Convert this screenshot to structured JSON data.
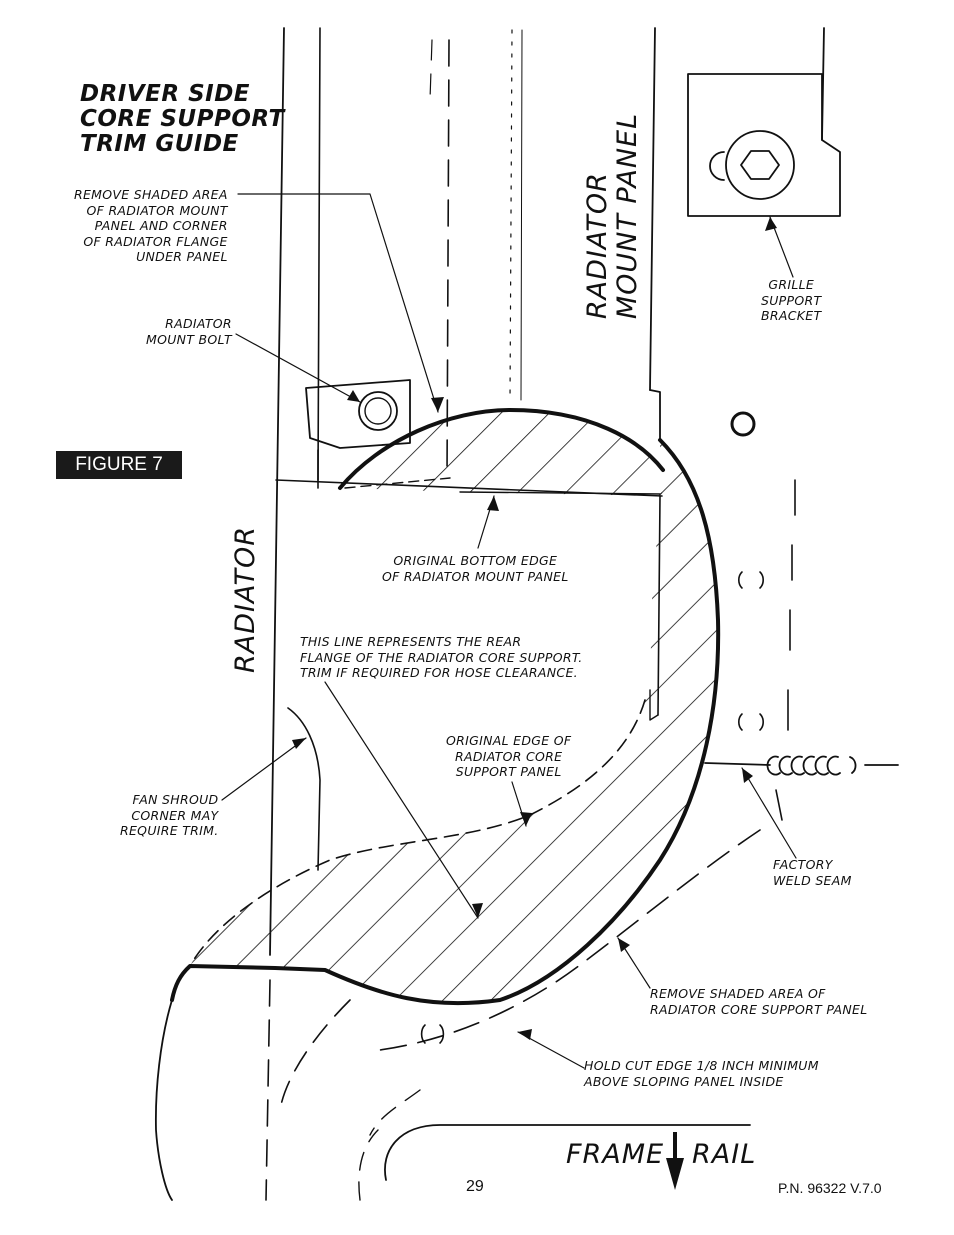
{
  "title": "DRIVER SIDE\nCORE SUPPORT\nTRIM GUIDE",
  "figure_label": "FIGURE 7",
  "region_labels": {
    "radiator": "RADIATOR",
    "radiator_mount_panel": "RADIATOR\nMOUNT PANEL",
    "frame_left": "FRAME",
    "frame_right": "RAIL"
  },
  "callouts": {
    "remove_mount_panel": "REMOVE SHADED AREA\nOF RADIATOR MOUNT\nPANEL AND CORNER\nOF RADIATOR FLANGE\nUNDER PANEL",
    "mount_bolt": "RADIATOR\nMOUNT BOLT",
    "grille_bracket": "GRILLE\nSUPPORT\nBRACKET",
    "original_bottom_edge": "ORIGINAL BOTTOM EDGE\nOF RADIATOR MOUNT PANEL",
    "rear_flange": "THIS LINE REPRESENTS THE REAR\nFLANGE OF THE RADIATOR CORE SUPPORT.\nTRIM IF REQUIRED FOR HOSE CLEARANCE.",
    "original_edge_core": "ORIGINAL EDGE OF\nRADIATOR CORE\nSUPPORT PANEL",
    "fan_shroud": "FAN SHROUD\nCORNER MAY\nREQUIRE TRIM.",
    "weld_seam": "FACTORY\nWELD SEAM",
    "remove_core_support": "REMOVE SHADED AREA OF\nRADIATOR CORE SUPPORT PANEL",
    "hold_cut_edge": "HOLD CUT EDGE 1/8 INCH MINIMUM\nABOVE SLOPING PANEL INSIDE"
  },
  "footer": {
    "page_number": "29",
    "part_number": "P.N. 96322 V.7.0"
  },
  "colors": {
    "ink": "#111111",
    "badge_bg": "#1a1a1a",
    "badge_text": "#ffffff"
  }
}
